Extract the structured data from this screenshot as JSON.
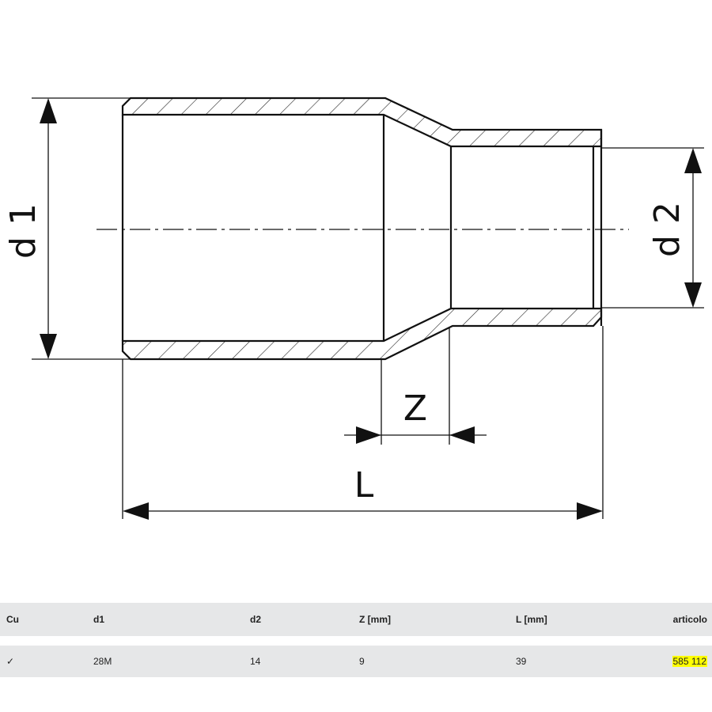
{
  "diagram": {
    "labels": {
      "d1": "d 1",
      "d2": "d 2",
      "z": "Z",
      "l": "L"
    }
  },
  "table": {
    "headers": [
      "Cu",
      "d1",
      "d2",
      "Z [mm]",
      "L [mm]",
      "articolo"
    ],
    "row": {
      "cu": "✓",
      "d1": "28M",
      "d2": "14",
      "z": "9",
      "l": "39",
      "articolo": "585 112"
    }
  },
  "colors": {
    "line": "#111111",
    "table_band": "#e6e7e8",
    "article_highlight": "#ffff00"
  }
}
